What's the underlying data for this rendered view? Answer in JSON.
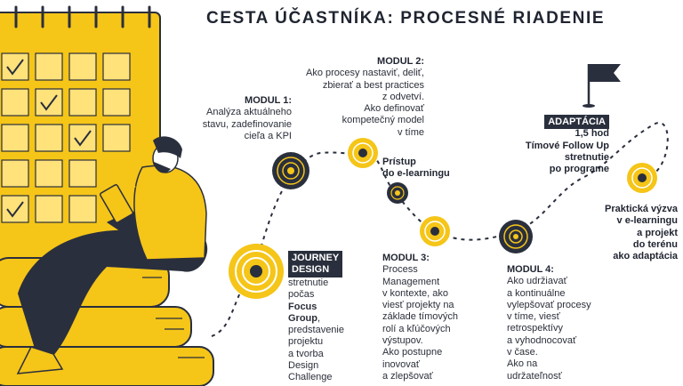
{
  "title": "CESTA ÚČASTNÍKA: PROCESNÉ RIADENIE",
  "colors": {
    "accent": "#F5C518",
    "dark": "#2A2F3D",
    "text": "#2B2F3A"
  },
  "icons": [
    "calendar-illustration",
    "reading-person-illustration",
    "books-illustration",
    "goal-flag-icon",
    "target-icon"
  ],
  "modul1": {
    "heading": "MODUL 1:",
    "lines": [
      "Analýza aktuálneho",
      "stavu, zadefinovanie",
      "cieľa a KPI"
    ]
  },
  "modul2": {
    "heading": "MODUL 2:",
    "lines": [
      "Ako procesy nastaviť, deliť,",
      "zbierať a best practices",
      "z odvetví.",
      "Ako definovať",
      "kompetečný model",
      "v tíme"
    ]
  },
  "pristup": {
    "lines": [
      "Prístup",
      "do e-learningu"
    ]
  },
  "adaptacia": {
    "tag": "ADAPTÁCIA",
    "lines": [
      "1,5 hod",
      "Tímové Follow Up",
      "stretnutie",
      "po programe"
    ]
  },
  "prakticka": {
    "lines": [
      "Praktická výzva",
      "v e-learningu",
      "a projekt",
      "do terénu",
      "ako adaptácia"
    ]
  },
  "journey": {
    "tag_lines": [
      "JOURNEY",
      "DESIGN"
    ],
    "lines": [
      "stretnutie",
      "počas"
    ],
    "bold": [
      "Focus",
      "Group"
    ],
    "bold_suffix": ",",
    "rest": [
      "predstavenie",
      "projektu",
      "a tvorba",
      "Design",
      "Challenge"
    ]
  },
  "modul3": {
    "heading": "MODUL 3:",
    "lines": [
      "Process",
      "Management",
      "v kontexte, ako",
      "viesť projekty na",
      "základe tímových",
      "rolí a kľúčových",
      "výstupov.",
      "Ako postupne",
      "inovovať",
      "a zlepšovať"
    ]
  },
  "modul4": {
    "heading": "MODUL 4:",
    "lines": [
      "Ako udržiavať",
      "a kontinuálne",
      "vylepšovať procesy",
      "v tíme, viesť",
      "retrospektívy",
      "a vyhodnocovať",
      "v čase.",
      "Ako na",
      "udržateľnosť"
    ]
  }
}
